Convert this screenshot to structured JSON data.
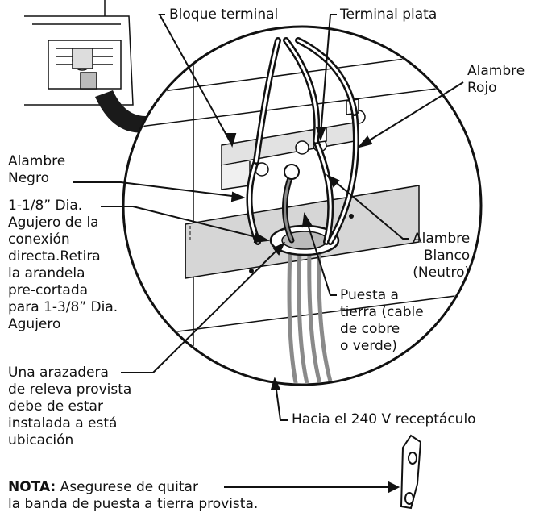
{
  "labels": {
    "bloque_terminal": "Bloque terminal",
    "terminal_plata": "Terminal plata",
    "alambre_rojo_1": "Alambre",
    "alambre_rojo_2": "Rojo",
    "alambre_negro_1": "Alambre",
    "alambre_negro_2": "Negro",
    "agujero": [
      "1-1/8” Dia.",
      "Agujero de la",
      "conexión",
      "directa.Retira",
      "la arandela",
      "pre-cortada",
      "para 1-3/8” Dia.",
      "Agujero"
    ],
    "alambre_blanco": [
      "Alambre",
      "Blanco",
      "(Neutro)"
    ],
    "puesta_tierra": [
      "Puesta a",
      "tierra (cable",
      "de cobre",
      "o verde)"
    ],
    "arazadera": [
      "Una arazadera",
      "de releva provista",
      "debe de estar",
      "instalada a está",
      "ubicación"
    ],
    "receptaculo": "Hacia el 240 V receptáculo",
    "nota_bold": "NOTA:",
    "nota_1": " Asegurese de quitar",
    "nota_2": "la banda de puesta a tierra provista."
  },
  "colors": {
    "ink": "#111111",
    "plate": "#d6d6d6",
    "cable": "#8a8a8a",
    "arrow": "#1a1a1a"
  },
  "icons": {
    "inset_arrow": "curved-arrow-icon",
    "ground_strap": "ground-strap-icon"
  }
}
